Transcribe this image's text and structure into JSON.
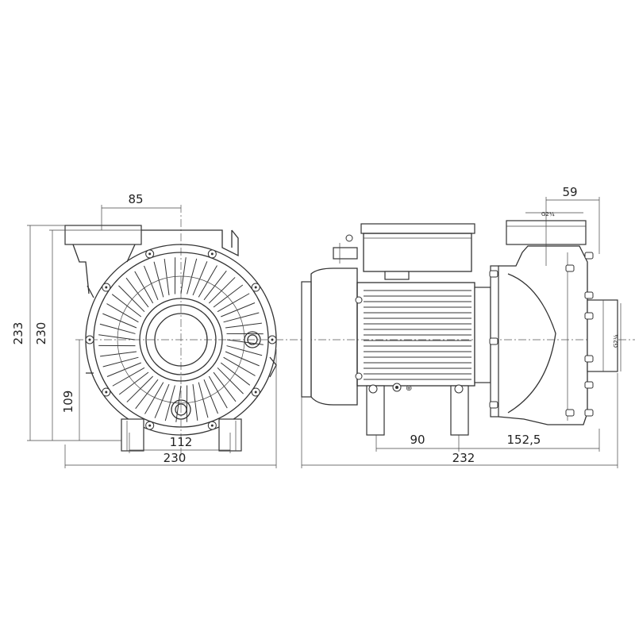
{
  "dimensions": {
    "front_top_width": "85",
    "front_total_height": "233",
    "front_body_height": "230",
    "front_axis_height": "109",
    "front_base_spacing": "112",
    "front_total_width": "230",
    "side_flange_offset": "59",
    "side_foot_spacing": "90",
    "side_axis_to_end": "152,5",
    "side_total_length": "232"
  },
  "threads": {
    "inlet": "G2¼",
    "outlet": "G2¼"
  }
}
